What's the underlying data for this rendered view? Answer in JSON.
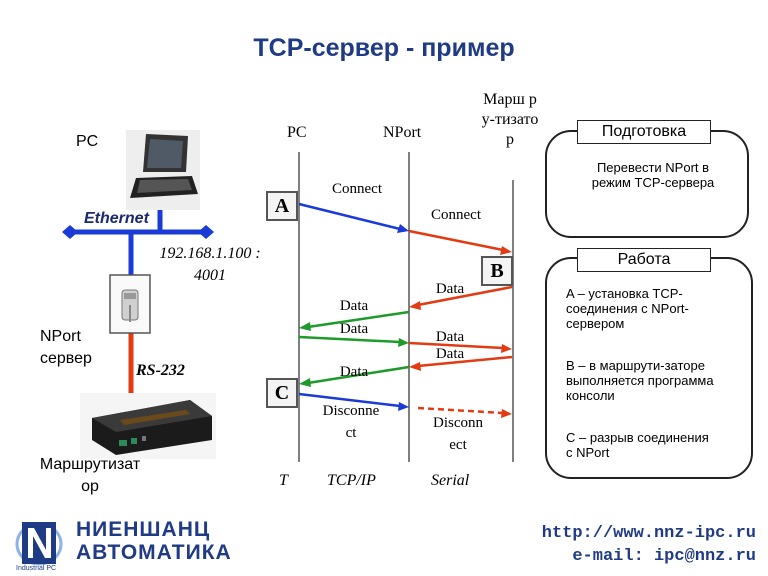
{
  "title": "TCP-сервер - пример",
  "left": {
    "pc_label": "PC",
    "ethernet_label": "Ethernet",
    "ip_address": "192.168.1.100 : 4001",
    "nport_label": "NPort сервер",
    "rs232_label": "RS-232",
    "router_label": "Маршрутизатор"
  },
  "sequence": {
    "col_pc": "PC",
    "col_nport": "NPort",
    "col_router": "Марш ру-тизато р",
    "bottom_t": "T",
    "bottom_tcpip": "TCP/IP",
    "bottom_serial": "Serial",
    "marker_a": "A",
    "marker_b": "B",
    "marker_c": "C",
    "msg_connect_1": "Connect",
    "msg_connect_2": "Connect",
    "msg_data_1": "Data",
    "msg_data_2": "Data",
    "msg_data_3": "Data",
    "msg_data_4": "Data",
    "msg_data_5": "Data",
    "msg_disconnect_1": "Disconnect",
    "msg_disconnect_2": "Disconnect"
  },
  "panels": {
    "prep_title": "Подготовка",
    "prep_text": "Перевести NPort в режим TCP-сервера",
    "work_title": "Работа",
    "work_a": "A – установка TCP-соединения с NPort-сервером",
    "work_b": "B – в маршрути-заторе выполняется программа консоли",
    "work_c": "C – разрыв соединения с NPort"
  },
  "footer": {
    "logo_line1": "НИЕНШАНЦ",
    "logo_line2": "АВТОМАТИКА",
    "logo_small": "Industrial PC",
    "url": "http://www.nnz-ipc.ru",
    "email": "e-mail: ipc@nnz.ru"
  },
  "colors": {
    "title": "#1f3b86",
    "blue": "#1a3bd6",
    "red": "#e23a12",
    "green": "#1e9a2a"
  }
}
